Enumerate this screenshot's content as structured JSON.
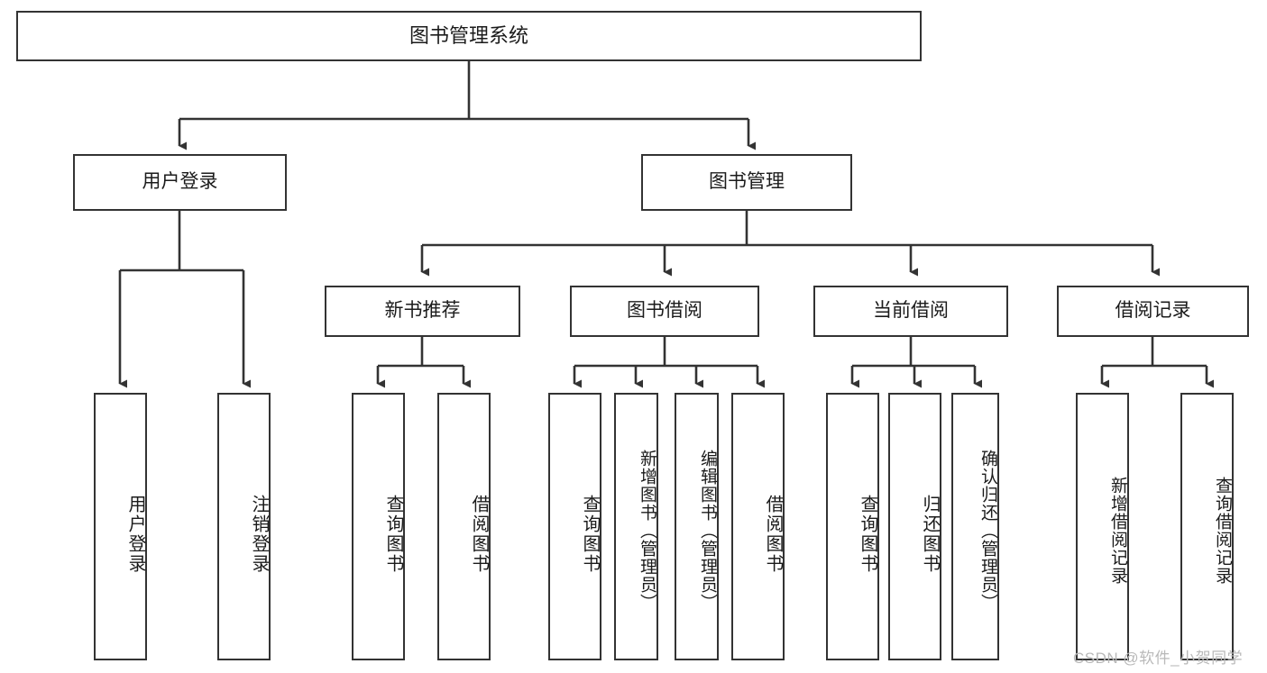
{
  "diagram": {
    "title": "图书管理系统",
    "type": "tree-hierarchy-chart",
    "background_color": "#ffffff",
    "node_border_color": "#333333",
    "node_fill_color": "#ffffff",
    "text_color": "#1b1b1b",
    "edge_color": "#333333"
  },
  "nodes": {
    "root": {
      "label": "图书管理系统"
    },
    "level2": [
      {
        "label": "用户登录"
      },
      {
        "label": "图书管理"
      }
    ],
    "level3": [
      {
        "label": "新书推荐"
      },
      {
        "label": "图书借阅"
      },
      {
        "label": "当前借阅"
      },
      {
        "label": "借阅记录"
      }
    ],
    "leaves_user_login": [
      {
        "label": "用户登录"
      },
      {
        "label": "注销登录"
      }
    ],
    "leaves_new_book": [
      {
        "label": "查询图书"
      },
      {
        "label": "借阅图书"
      }
    ],
    "leaves_borrow": [
      {
        "label": "查询图书"
      },
      {
        "label": "新增图书（管理员）"
      },
      {
        "label": "编辑图书（管理员）"
      },
      {
        "label": "借阅图书"
      }
    ],
    "leaves_current": [
      {
        "label": "查询图书"
      },
      {
        "label": "归还图书"
      },
      {
        "label": "确认归还（管理员）"
      }
    ],
    "leaves_record": [
      {
        "label": "新增借阅记录"
      },
      {
        "label": "查询借阅记录"
      }
    ]
  },
  "watermark": {
    "text": "CSDN @软件_小贺同学"
  }
}
